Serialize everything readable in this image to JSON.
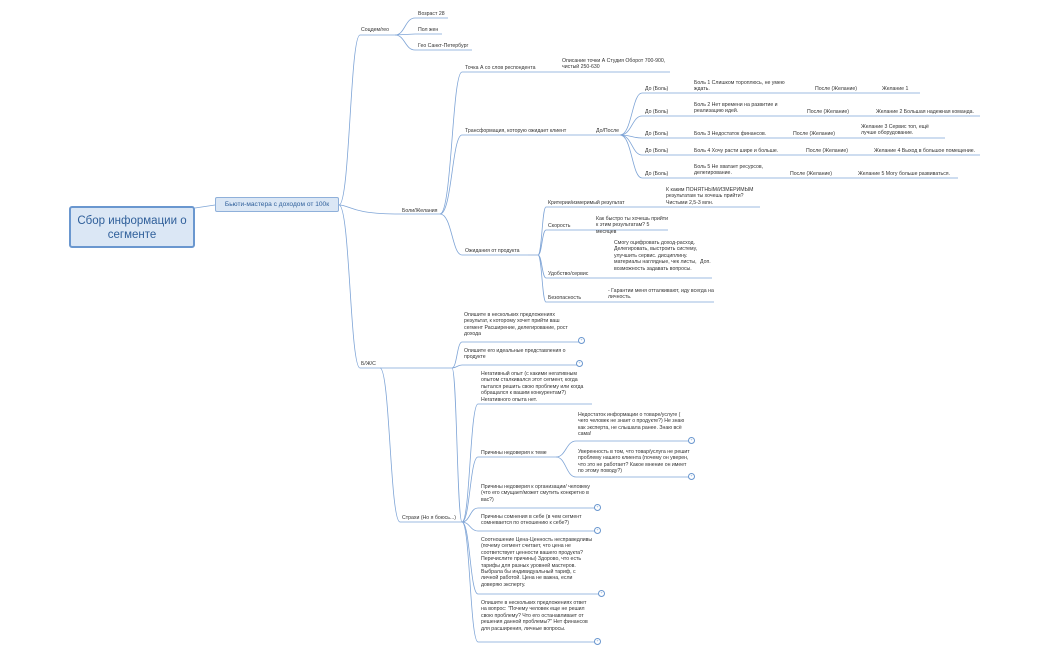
{
  "root": "Сбор информации о сегменте",
  "main_topic": "Бьюти-мастера с доходом от 100к",
  "sociodem": {
    "label": "Соцдем/гео",
    "age": "Возраст 28",
    "gender": "Пол жен",
    "geo": "Гео Санкт-Петербург"
  },
  "pains": {
    "label": "Боли/Желания",
    "point_a": {
      "label": "Точка А со слов респондента",
      "text": "Описание точки А Студия Оборот 700-900, чистый 250-630"
    },
    "transformation": {
      "label": "Трансформация, которую ожидает клиент",
      "before_after": "До/После",
      "rows": [
        {
          "before": "До (Боль)",
          "pain": "Боль 1 Слишком тороплюсь, не умею ждать.",
          "after": "После (Желание)",
          "wish": "Желание 1"
        },
        {
          "before": "До (Боль)",
          "pain": "Боль 2 Нет времени на развитие и реализацию идей.",
          "after": "После (Желание)",
          "wish": "Желание 2 Большая надежная команда."
        },
        {
          "before": "До (Боль)",
          "pain": "Боль 3 Недостаток финансов.",
          "after": "После (Желание)",
          "wish": "Желание 3 Сервис топ, ещё лучше оборудование."
        },
        {
          "before": "До (Боль)",
          "pain": "Боль 4 Хочу расти шире и больше.",
          "after": "После (Желание)",
          "wish": "Желание 4 Выход в большое помещение."
        },
        {
          "before": "До (Боль)",
          "pain": "Боль 5 Не хватает ресурсов, делегирование.",
          "after": "После (Желание)",
          "wish": "Желание 5 Могу больше развиваться."
        }
      ]
    },
    "expectations": {
      "label": "Ожидания от продукта",
      "measurable_label": "Критерии/измеримый результат",
      "measurable_text": "К каким ПОНЯТНЫМ/ИЗМЕРИМЫМ результатам ты хочешь прийти? Чистыми 2,5-3 млн.",
      "speed_label": "Скорость",
      "speed_text": "Как быстро ты хочешь прийти к этим результатам? 5 месяцев",
      "convenience_label": "Удобство/сервис",
      "convenience_text": "Смогу оцифровать доход-расход. Делегировать, выстроить систему, улучшить сервис. дисциплину. материалы наглядные, чек листы, возможность задавать вопросы.",
      "convenience_extra": "Доп.",
      "safety_label": "Безопасность",
      "safety_text": "- Гарантии меня отталкивают, иду всегда на личность."
    }
  },
  "bjs": {
    "label": "Б/Ж/С",
    "desired": "Опишите в нескольких предложениях результат, к которому хочет прийти ваш сегмент Расширение, делегирование, рост дохода",
    "ideal": "Опишите его идеальные представления о продукте",
    "fears": {
      "label": "Страхи (Но я боюсь...)",
      "negative": "Негативный опыт (с какими негативным опытом сталкивался этот сегмент, когда пытался решить свою проблему или когда обращался к вашим конкурентам?) Негативного опыта нет.",
      "distrust_label": "Причины недоверия к теме",
      "distrust_1": "Недостаток информации о товаре/услуге ( чего человек не знает о продукте?) Не знаю как эксперта, не слышала ранее. Знаю всё сама!",
      "distrust_2": "Уверенность в том, что товар/услуга не решит проблему нашего клиента (почему он уверен, что это не работает? Какое мнение он имеет по этому поводу?)",
      "org": "Причины недоверия к организации/ человеку (что его смущает/может смутить конкретно в вас?)",
      "self": "Причины сомнения в себе (в чем сегмент сомневается по отношению к себе?)",
      "price": "Соотношение Цена-Ценность несправедливы (почему сегмент считает, что цена не соответствует ценности вашего продукта? Перечислите причины) Здорово, что есть тарифы для разных уровней мастеров. Выбрала бы индивидуальный тариф, с личной работой. Цена не важна, если доверяю эксперту.",
      "why_not": "Опишите в нескольких предложениях ответ на вопрос: \"Почему человек еще не решил свою проблему? Что его останавливает от решения данной проблемы?\" Нет финансов для расширения, личные вопросы."
    }
  },
  "badge": "+"
}
